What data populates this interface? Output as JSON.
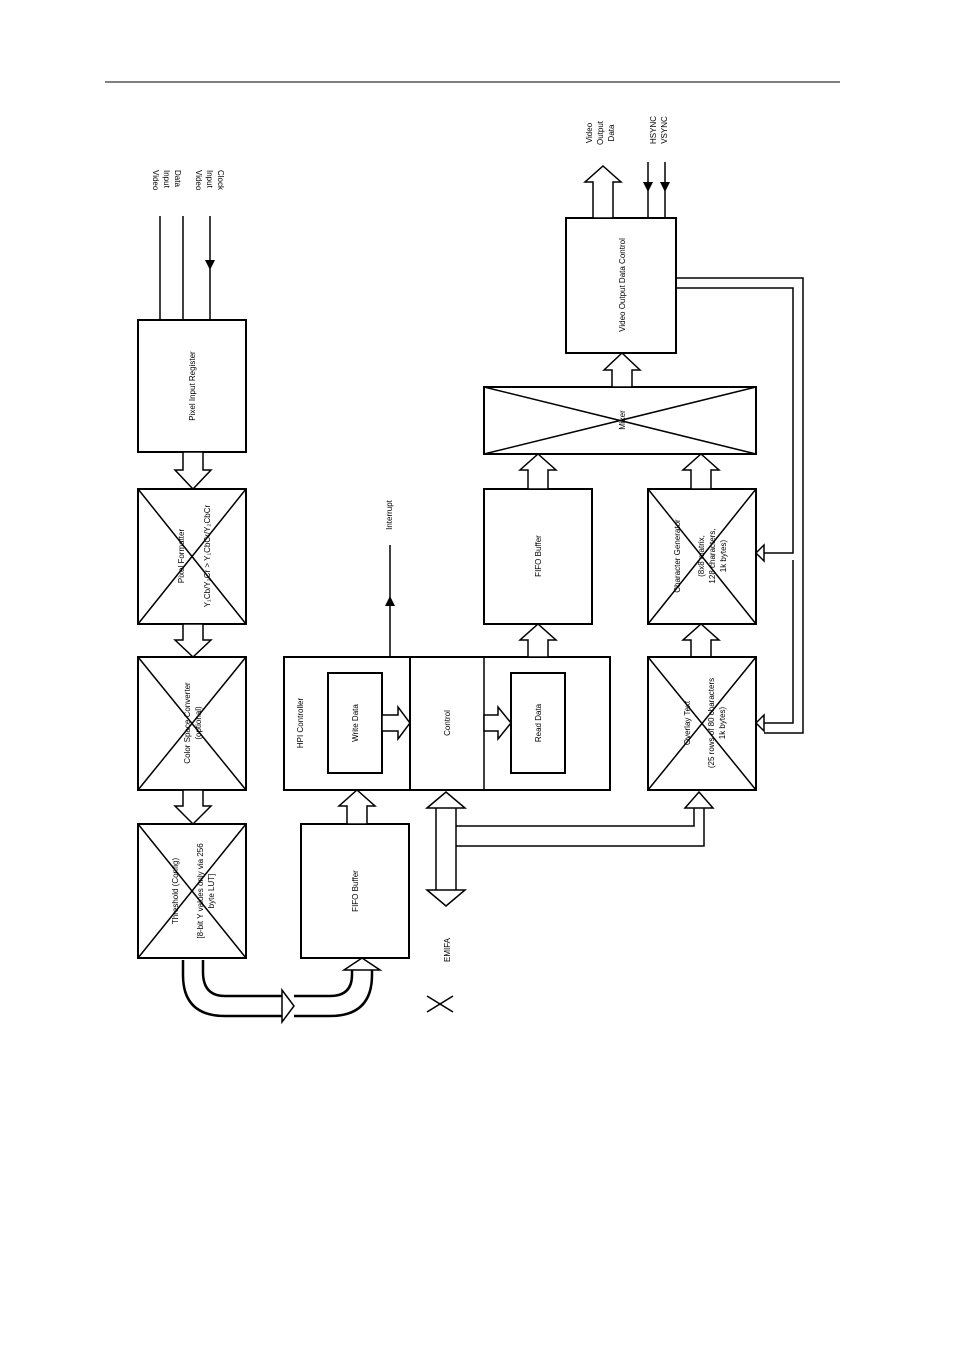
{
  "signals": {
    "video_input_data": [
      "Video",
      "Input",
      "Data"
    ],
    "video_input_clock": [
      "Video",
      "Input",
      "Clock"
    ],
    "video_output_data": [
      "Video",
      "Output",
      "Data"
    ],
    "hsync": "HSYNC",
    "vsync": "VSYNC",
    "interrupt": "Interrupt",
    "emifa": "EMIFA"
  },
  "blocks": {
    "pixel_input_register": "Pixel Input Register",
    "pixel_formatter": [
      "Pixel Formatter",
      "Y₁Cb/Y₂Cr > Y₁CbCr/Y₂CbCr"
    ],
    "color_space_converter": [
      "Color Space Converter",
      "(optional)"
    ],
    "threshold": [
      "Threshold (Config)",
      "[8-bit Y values only via 256",
      "byte LUT]"
    ],
    "fifo_buffer_in": "FIFO Buffer",
    "hpi_controller": "HPI Controller",
    "write_data": "Write Data",
    "control": "Control",
    "read_data": "Read Data",
    "fifo_buffer_out": "FIFO Buffer",
    "overlay_text": [
      "Overlay Text",
      "(25 rows of 80 characters",
      "1k bytes)"
    ],
    "character_generator": [
      "Character Generator",
      "(8x8 matrix,",
      "128 characters,",
      "1k bytes)"
    ],
    "mixer": "Mixer",
    "video_output_data_control": "Video Output Data Control"
  }
}
